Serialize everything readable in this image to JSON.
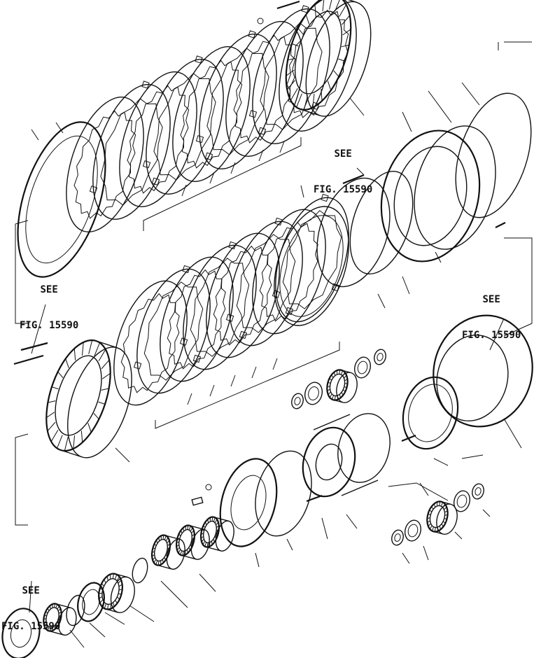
{
  "diagram": {
    "callouts": [
      {
        "see": "SEE",
        "ref": "FIG. 15590"
      },
      {
        "see": "SEE",
        "ref": "FIG. 15590"
      },
      {
        "see": "SEE",
        "ref": "FIG. 15590"
      },
      {
        "see": "SEE",
        "ref": "FIG. 15590"
      }
    ]
  }
}
